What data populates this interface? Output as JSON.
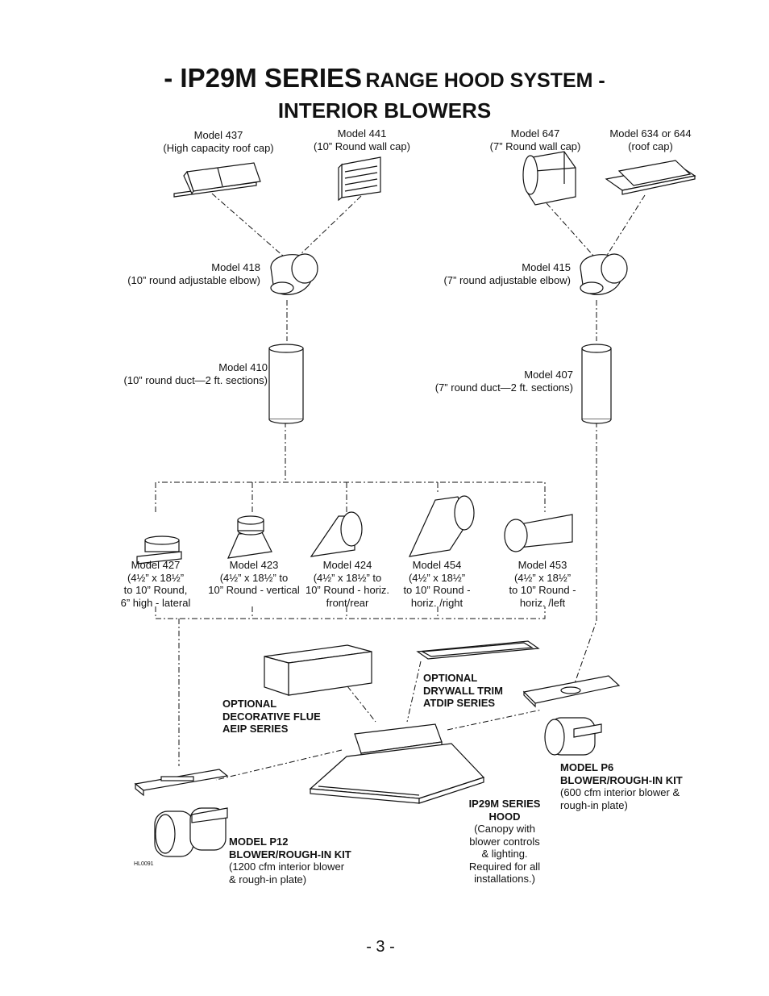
{
  "title": {
    "prefix": "- IP29M SERIES",
    "suffix": "RANGE HOOD SYSTEM -",
    "line2": "INTERIOR BLOWERS"
  },
  "parts": {
    "m437": [
      "Model 437",
      "(High capacity roof cap)"
    ],
    "m441": [
      "Model 441",
      "(10” Round wall cap)"
    ],
    "m647": [
      "Model 647",
      "(7” Round wall cap)"
    ],
    "m634": [
      "Model 634 or 644",
      "(roof cap)"
    ],
    "m418": [
      "Model 418",
      "(10” round adjustable elbow)"
    ],
    "m415": [
      "Model 415",
      "(7” round adjustable elbow)"
    ],
    "m410": [
      "Model 410",
      "(10” round duct—2 ft. sections)"
    ],
    "m407": [
      "Model 407",
      "(7” round duct—2 ft. sections)"
    ],
    "m427": [
      "Model 427",
      "(4½” x 18½”",
      "to 10” Round,",
      "6” high - lateral"
    ],
    "m423": [
      "Model 423",
      "(4½” x 18½” to",
      "10” Round - vertical"
    ],
    "m424": [
      "Model 424",
      "(4½” x 18½” to",
      "10” Round - horiz.",
      "front/rear"
    ],
    "m454": [
      "Model 454",
      "(4½” x 18½”",
      "to 10” Round -",
      "horiz. /right"
    ],
    "m453": [
      "Model 453",
      "(4½” x 18½”",
      "to 10” Round -",
      "horiz. /left"
    ]
  },
  "callouts": {
    "flue": [
      "OPTIONAL",
      "DECORATIVE FLUE",
      "AEIP SERIES"
    ],
    "trim": [
      "OPTIONAL",
      "DRYWALL TRIM",
      "ATDIP SERIES"
    ],
    "p6_title": [
      "MODEL P6",
      "BLOWER/ROUGH-IN KIT"
    ],
    "p6_desc": [
      "(600 cfm interior blower &",
      "rough-in plate)"
    ],
    "hood_title": [
      "IP29M SERIES",
      "HOOD"
    ],
    "hood_desc": [
      "(Canopy with",
      "blower controls",
      "& lighting.",
      "Required for all",
      "installations.)"
    ],
    "p12_title": [
      "MODEL P12",
      "BLOWER/ROUGH-IN KIT"
    ],
    "p12_desc": [
      "(1200 cfm interior blower",
      "& rough-in plate)"
    ]
  },
  "drawing_code": "HL0091",
  "page_number": "- 3 -"
}
